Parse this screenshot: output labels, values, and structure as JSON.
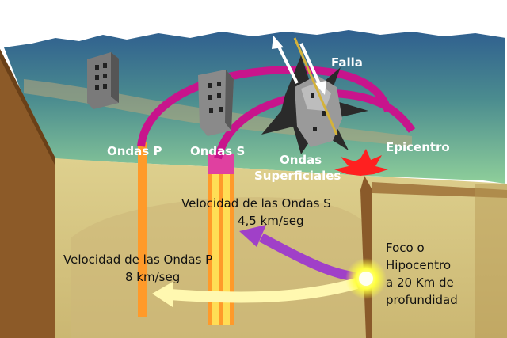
{
  "labels": {
    "falla": "Falla",
    "ondas_p": "Ondas P",
    "ondas_s": "Ondas S",
    "ondas": "Ondas",
    "superficiales": "Superficiales",
    "epicentro": "Epicentro",
    "vel_s_line1": "Velocidad de las Ondas S",
    "vel_s_line2": "4,5 km/seg",
    "vel_p_line1": "Velocidad de las Ondas P",
    "vel_p_line2": "8 km/seg",
    "foco_line1": "Foco o",
    "foco_line2": "Hipocentro",
    "foco_line3": "a 20 Km de",
    "foco_line4": "profundidad"
  },
  "colors": {
    "sky": "#ffffff",
    "ground_top": "#3c6e8c",
    "ground_mid": "#5aa08a",
    "ground_front": "#d8c985",
    "ground_side": "#9a6a32",
    "p_wave": "#ff9a2a",
    "s_wave": "#c8148c",
    "surface_wave": "#c8148c",
    "arrow_s": "#a040c8",
    "arrow_p": "#fff8b0",
    "focus": "#ffff40"
  }
}
